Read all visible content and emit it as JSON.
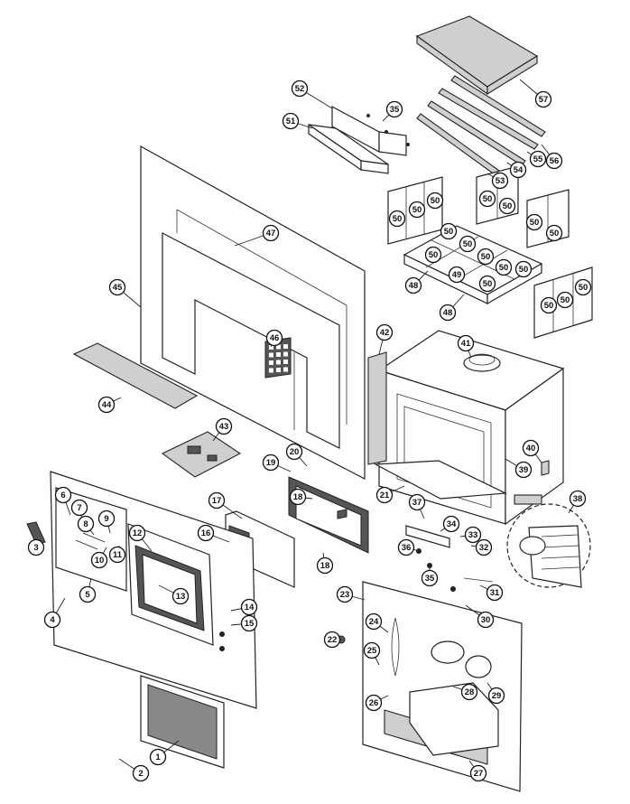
{
  "callouts": [
    {
      "id": "c1",
      "label": "1"
    },
    {
      "id": "c2",
      "label": "2"
    },
    {
      "id": "c3",
      "label": "3"
    },
    {
      "id": "c4",
      "label": "4"
    },
    {
      "id": "c5",
      "label": "5"
    },
    {
      "id": "c6",
      "label": "6"
    },
    {
      "id": "c7",
      "label": "7"
    },
    {
      "id": "c8",
      "label": "8"
    },
    {
      "id": "c9",
      "label": "9"
    },
    {
      "id": "c10",
      "label": "10"
    },
    {
      "id": "c11",
      "label": "11"
    },
    {
      "id": "c12",
      "label": "12"
    },
    {
      "id": "c13",
      "label": "13"
    },
    {
      "id": "c14",
      "label": "14"
    },
    {
      "id": "c15",
      "label": "15"
    },
    {
      "id": "c16",
      "label": "16"
    },
    {
      "id": "c17",
      "label": "17"
    },
    {
      "id": "c18",
      "label": "18"
    },
    {
      "id": "c18b",
      "label": "18"
    },
    {
      "id": "c19",
      "label": "19"
    },
    {
      "id": "c20",
      "label": "20"
    },
    {
      "id": "c21",
      "label": "21"
    },
    {
      "id": "c22",
      "label": "22"
    },
    {
      "id": "c23",
      "label": "23"
    },
    {
      "id": "c24",
      "label": "24"
    },
    {
      "id": "c25",
      "label": "25"
    },
    {
      "id": "c26",
      "label": "26"
    },
    {
      "id": "c27",
      "label": "27"
    },
    {
      "id": "c28",
      "label": "28"
    },
    {
      "id": "c29",
      "label": "29"
    },
    {
      "id": "c30",
      "label": "30"
    },
    {
      "id": "c31",
      "label": "31"
    },
    {
      "id": "c32",
      "label": "32"
    },
    {
      "id": "c33",
      "label": "33"
    },
    {
      "id": "c34",
      "label": "34"
    },
    {
      "id": "c35",
      "label": "35"
    },
    {
      "id": "c35b",
      "label": "35"
    },
    {
      "id": "c36",
      "label": "36"
    },
    {
      "id": "c37",
      "label": "37"
    },
    {
      "id": "c38",
      "label": "38"
    },
    {
      "id": "c39",
      "label": "39"
    },
    {
      "id": "c40",
      "label": "40"
    },
    {
      "id": "c41",
      "label": "41"
    },
    {
      "id": "c42",
      "label": "42"
    },
    {
      "id": "c43",
      "label": "43"
    },
    {
      "id": "c44",
      "label": "44"
    },
    {
      "id": "c45",
      "label": "45"
    },
    {
      "id": "c46",
      "label": "46"
    },
    {
      "id": "c47",
      "label": "47"
    },
    {
      "id": "c48",
      "label": "48"
    },
    {
      "id": "c48b",
      "label": "48"
    },
    {
      "id": "c49",
      "label": "49"
    },
    {
      "id": "c50a",
      "label": "50"
    },
    {
      "id": "c50b",
      "label": "50"
    },
    {
      "id": "c50c",
      "label": "50"
    },
    {
      "id": "c50d",
      "label": "50"
    },
    {
      "id": "c50e",
      "label": "50"
    },
    {
      "id": "c50f",
      "label": "50"
    },
    {
      "id": "c50g",
      "label": "50"
    },
    {
      "id": "c50h",
      "label": "50"
    },
    {
      "id": "c50i",
      "label": "50"
    },
    {
      "id": "c50j",
      "label": "50"
    },
    {
      "id": "c50k",
      "label": "50"
    },
    {
      "id": "c50l",
      "label": "50"
    },
    {
      "id": "c50m",
      "label": "50"
    },
    {
      "id": "c50n",
      "label": "50"
    },
    {
      "id": "c50o",
      "label": "50"
    },
    {
      "id": "c50p",
      "label": "50"
    },
    {
      "id": "c50q",
      "label": "50"
    },
    {
      "id": "c51",
      "label": "51"
    },
    {
      "id": "c52",
      "label": "52"
    },
    {
      "id": "c53",
      "label": "53"
    },
    {
      "id": "c54",
      "label": "54"
    },
    {
      "id": "c55",
      "label": "55"
    },
    {
      "id": "c56",
      "label": "56"
    },
    {
      "id": "c57",
      "label": "57"
    }
  ],
  "control_board_keys": [
    "",
    "",
    "",
    "",
    "",
    "",
    "",
    "",
    "",
    "",
    "",
    ""
  ]
}
